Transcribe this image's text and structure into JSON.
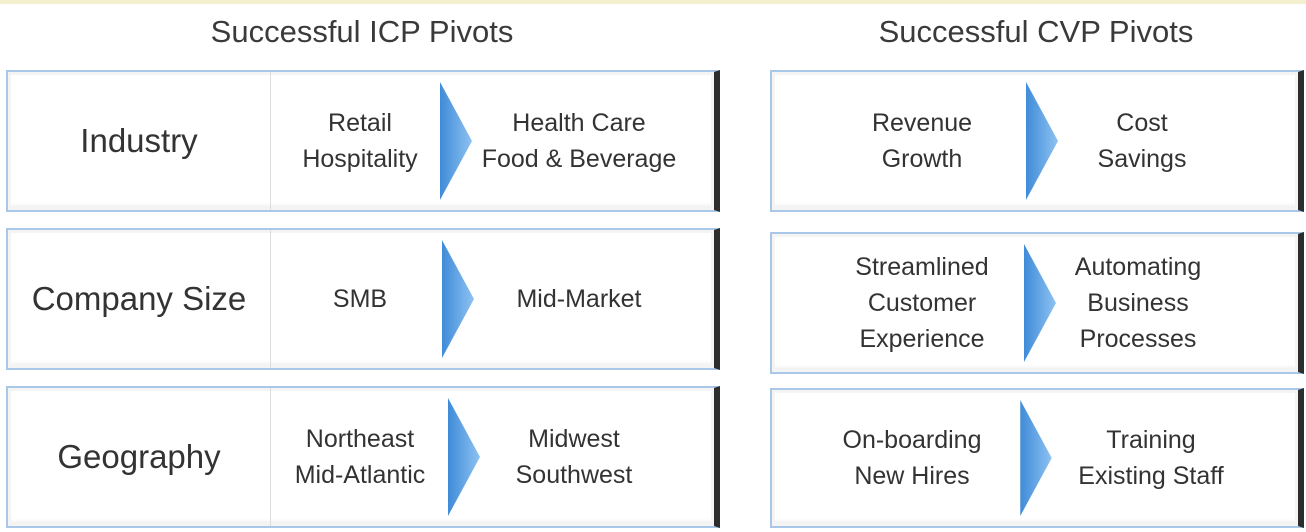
{
  "icp": {
    "title": "Successful ICP Pivots",
    "rows": [
      {
        "label": "Industry",
        "from": [
          "Retail",
          "Hospitality"
        ],
        "to": [
          "Health Care",
          "Food & Beverage"
        ]
      },
      {
        "label": "Company Size",
        "from": [
          "SMB"
        ],
        "to": [
          "Mid-Market"
        ]
      },
      {
        "label": "Geography",
        "from": [
          "Northeast",
          "Mid-Atlantic"
        ],
        "to": [
          "Midwest",
          "Southwest"
        ]
      }
    ]
  },
  "cvp": {
    "title": "Successful CVP Pivots",
    "rows": [
      {
        "from": [
          "Revenue",
          "Growth"
        ],
        "to": [
          "Cost",
          "Savings"
        ]
      },
      {
        "from": [
          "Streamlined",
          "Customer",
          "Experience"
        ],
        "to": [
          "Automating",
          "Business",
          "Processes"
        ]
      },
      {
        "from": [
          "On-boarding",
          "New Hires"
        ],
        "to": [
          "Training",
          "Existing Staff"
        ]
      }
    ]
  },
  "colors": {
    "arrow": "#5aa0e0",
    "box_border": "#a9c7e6",
    "box_right_edge": "#2d2d2d",
    "text": "#333333"
  }
}
